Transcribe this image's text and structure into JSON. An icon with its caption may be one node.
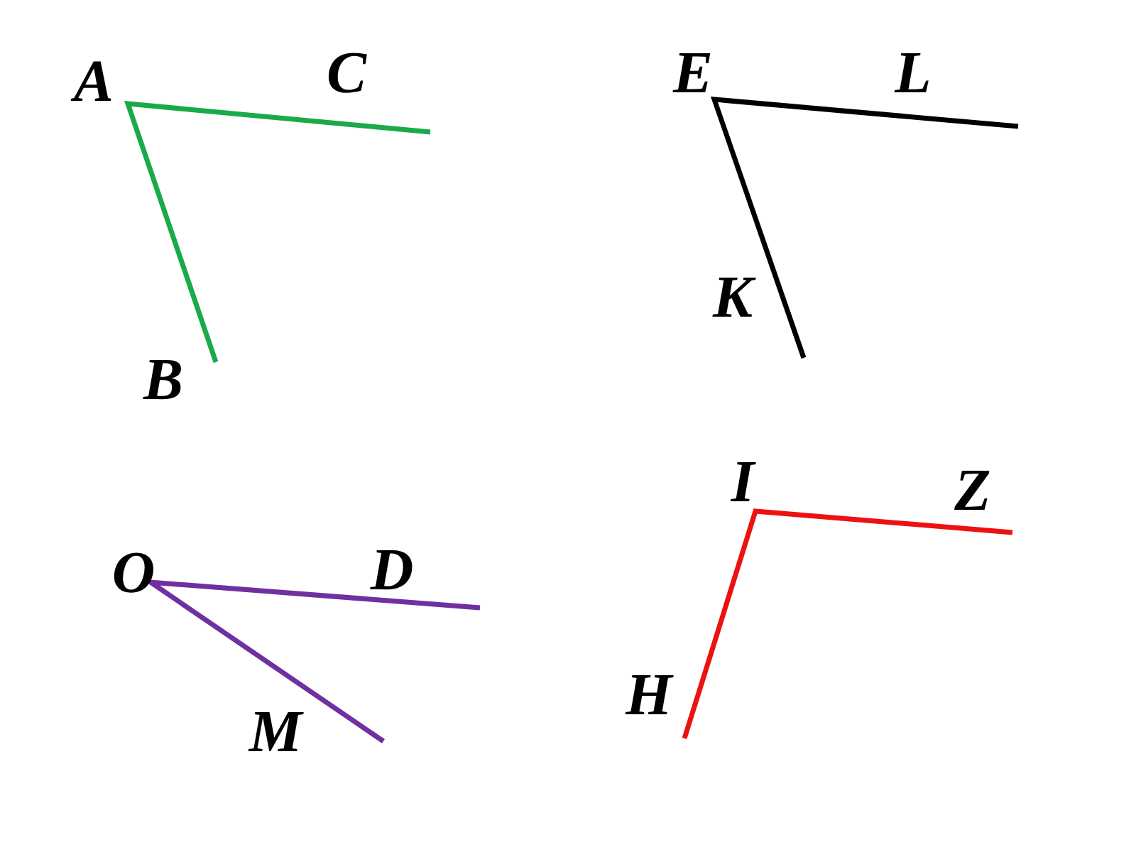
{
  "diagram": {
    "labels": [
      "A",
      "C",
      "E",
      "L",
      "K",
      "B",
      "I",
      "Z",
      "O",
      "D",
      "H",
      "M"
    ]
  }
}
